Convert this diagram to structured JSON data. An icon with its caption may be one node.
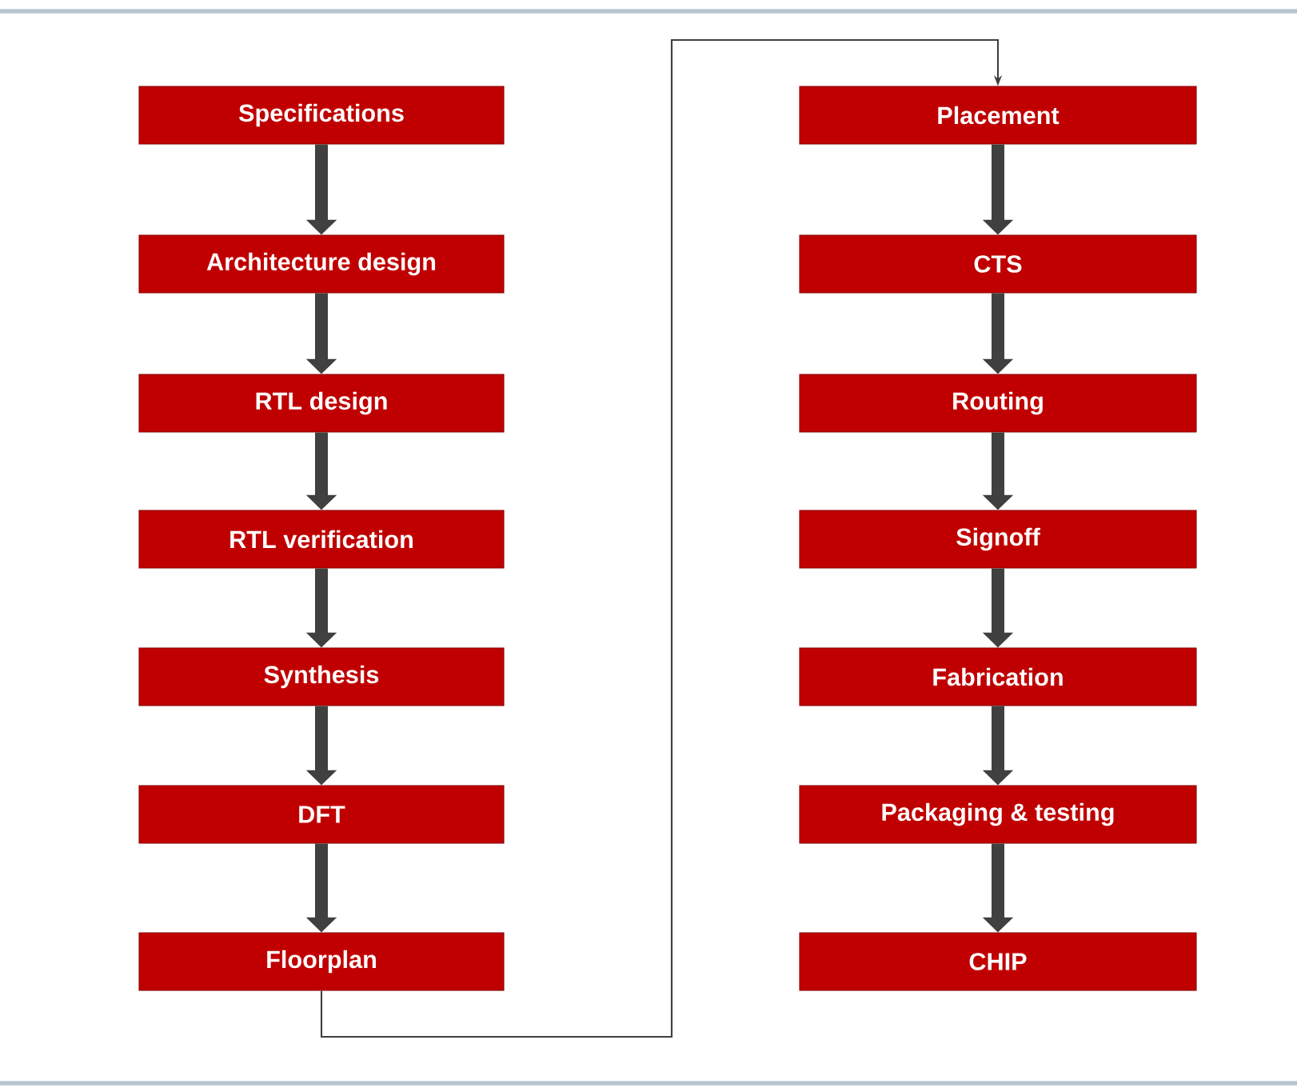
{
  "diagram": {
    "nodes": [
      {
        "text": [
          "Specifications"
        ]
      },
      {
        "text": [
          "Architecture design"
        ]
      },
      {
        "text": [
          "RTL design"
        ]
      },
      {
        "text": [
          "RTL verification"
        ]
      },
      {
        "text": [
          "Synthesis"
        ]
      },
      {
        "text": [
          "DFT"
        ]
      },
      {
        "text": [
          "Floorplan"
        ]
      },
      {
        "text": [
          "Placement"
        ]
      },
      {
        "text": [
          "CTS"
        ]
      },
      {
        "text": [
          "Routing"
        ]
      },
      {
        "text": [
          "Signoff"
        ]
      },
      {
        "text": [
          "Fabrication"
        ]
      },
      {
        "text": [
          "Packaging & testing"
        ]
      },
      {
        "text": [
          "CHIP"
        ]
      }
    ],
    "edges": [
      {
        "from": 0,
        "to": 1,
        "arrow": "to"
      },
      {
        "from": 1,
        "to": 2,
        "arrow": "to"
      },
      {
        "from": 2,
        "to": 3,
        "arrow": "to"
      },
      {
        "from": 3,
        "to": 4,
        "arrow": "to"
      },
      {
        "from": 4,
        "to": 5,
        "arrow": "to"
      },
      {
        "from": 5,
        "to": 6,
        "arrow": "to"
      },
      {
        "from": 6,
        "to": 7,
        "arrow": "to"
      },
      {
        "from": 7,
        "to": 8,
        "arrow": "to"
      },
      {
        "from": 8,
        "to": 9,
        "arrow": "to"
      },
      {
        "from": 9,
        "to": 10,
        "arrow": "to"
      },
      {
        "from": 10,
        "to": 11,
        "arrow": "to"
      },
      {
        "from": 11,
        "to": 12,
        "arrow": "to"
      },
      {
        "from": 12,
        "to": 13,
        "arrow": "to"
      }
    ]
  }
}
